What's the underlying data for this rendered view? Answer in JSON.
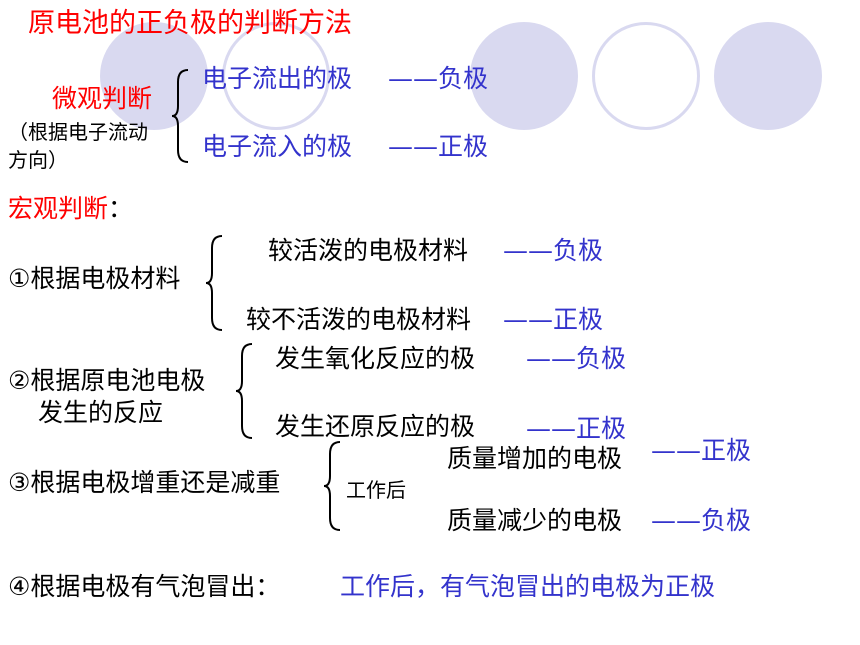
{
  "colors": {
    "title": "#ff0000",
    "accent_blue": "#3333cc",
    "body": "#000000",
    "circle": "#d9d9f0"
  },
  "title": "原电池的正负极的判断方法",
  "micro": {
    "label": "微观判断",
    "note_line1": "（根据电子流动",
    "note_line2": "方向）",
    "row1": {
      "text": "电子流出的极",
      "result": "——负极"
    },
    "row2": {
      "text": "电子流入的极",
      "result": "——正极"
    }
  },
  "macro": {
    "label": "宏观判断",
    "colon": "："
  },
  "rule1": {
    "label": "①根据电极材料",
    "row1": {
      "text": "较活泼的电极材料",
      "result": "——负极"
    },
    "row2": {
      "text": "较不活泼的电极材料",
      "result": "——正极"
    }
  },
  "rule2": {
    "label_line1": "②根据原电池电极",
    "label_line2": "发生的反应",
    "row1": {
      "text": "发生氧化反应的极",
      "result": "——负极"
    },
    "row2": {
      "text": "发生还原反应的极",
      "result": "——正极"
    }
  },
  "rule3": {
    "label": "③根据电极增重还是减重",
    "condition": "工作后",
    "row1": {
      "text": "质量增加的电极",
      "result": "——正极"
    },
    "row2": {
      "text": "质量减少的电极",
      "result": "——负极"
    }
  },
  "rule4": {
    "label": "④根据电极有气泡冒出：",
    "result": "工作后，有气泡冒出的电极为正极"
  }
}
